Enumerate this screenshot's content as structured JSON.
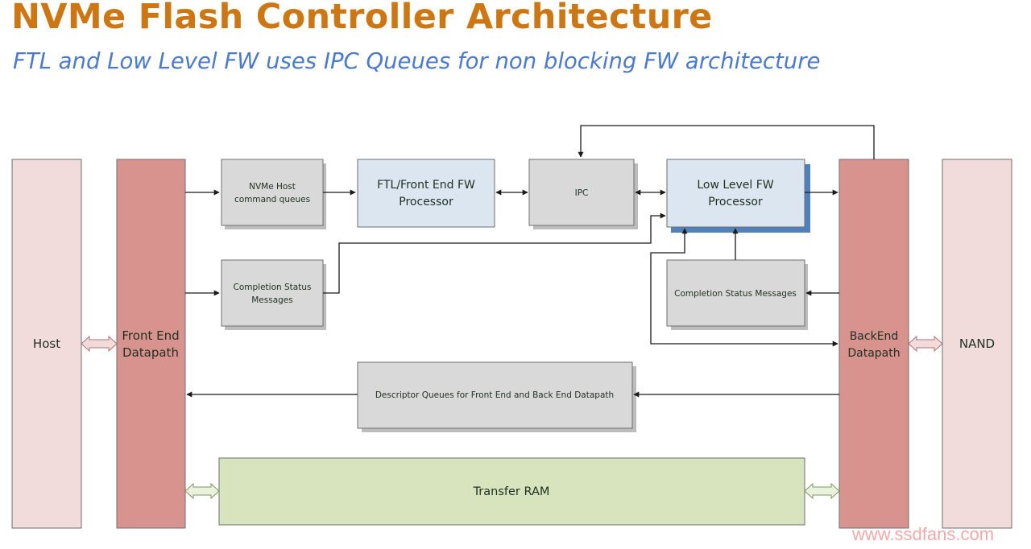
{
  "title": "NVMe Flash Controller Architecture",
  "subtitle": "FTL and Low Level FW uses IPC Queues for non blocking FW architecture",
  "watermark": "www.ssdfans.com",
  "colors": {
    "title": "#cc7714",
    "subtitle": "#4a7ac9",
    "endpoint_fill": "#f2dcdb",
    "datapath_fill": "#d9938f",
    "queue_fill": "#d9d9d9",
    "processor_fill": "#dce6f1",
    "ram_fill": "#d7e4bd",
    "arrow": "#1a1a1a"
  },
  "nodes": {
    "host": "Host",
    "front_end_datapath": [
      "Front End",
      "Datapath"
    ],
    "nvme_queues": [
      "NVMe Host",
      "command queues"
    ],
    "ftl_processor": [
      "FTL/Front End FW",
      "Processor"
    ],
    "ipc": "IPC",
    "low_level_processor": [
      "Low Level FW",
      "Processor"
    ],
    "backend_datapath": [
      "BackEnd",
      "Datapath"
    ],
    "nand": "NAND",
    "completion_front": [
      "Completion Status",
      "Messages"
    ],
    "completion_back": "Completion Status Messages",
    "descriptor_queues": "Descriptor Queues for Front End and Back End Datapath",
    "transfer_ram": "Transfer RAM"
  }
}
